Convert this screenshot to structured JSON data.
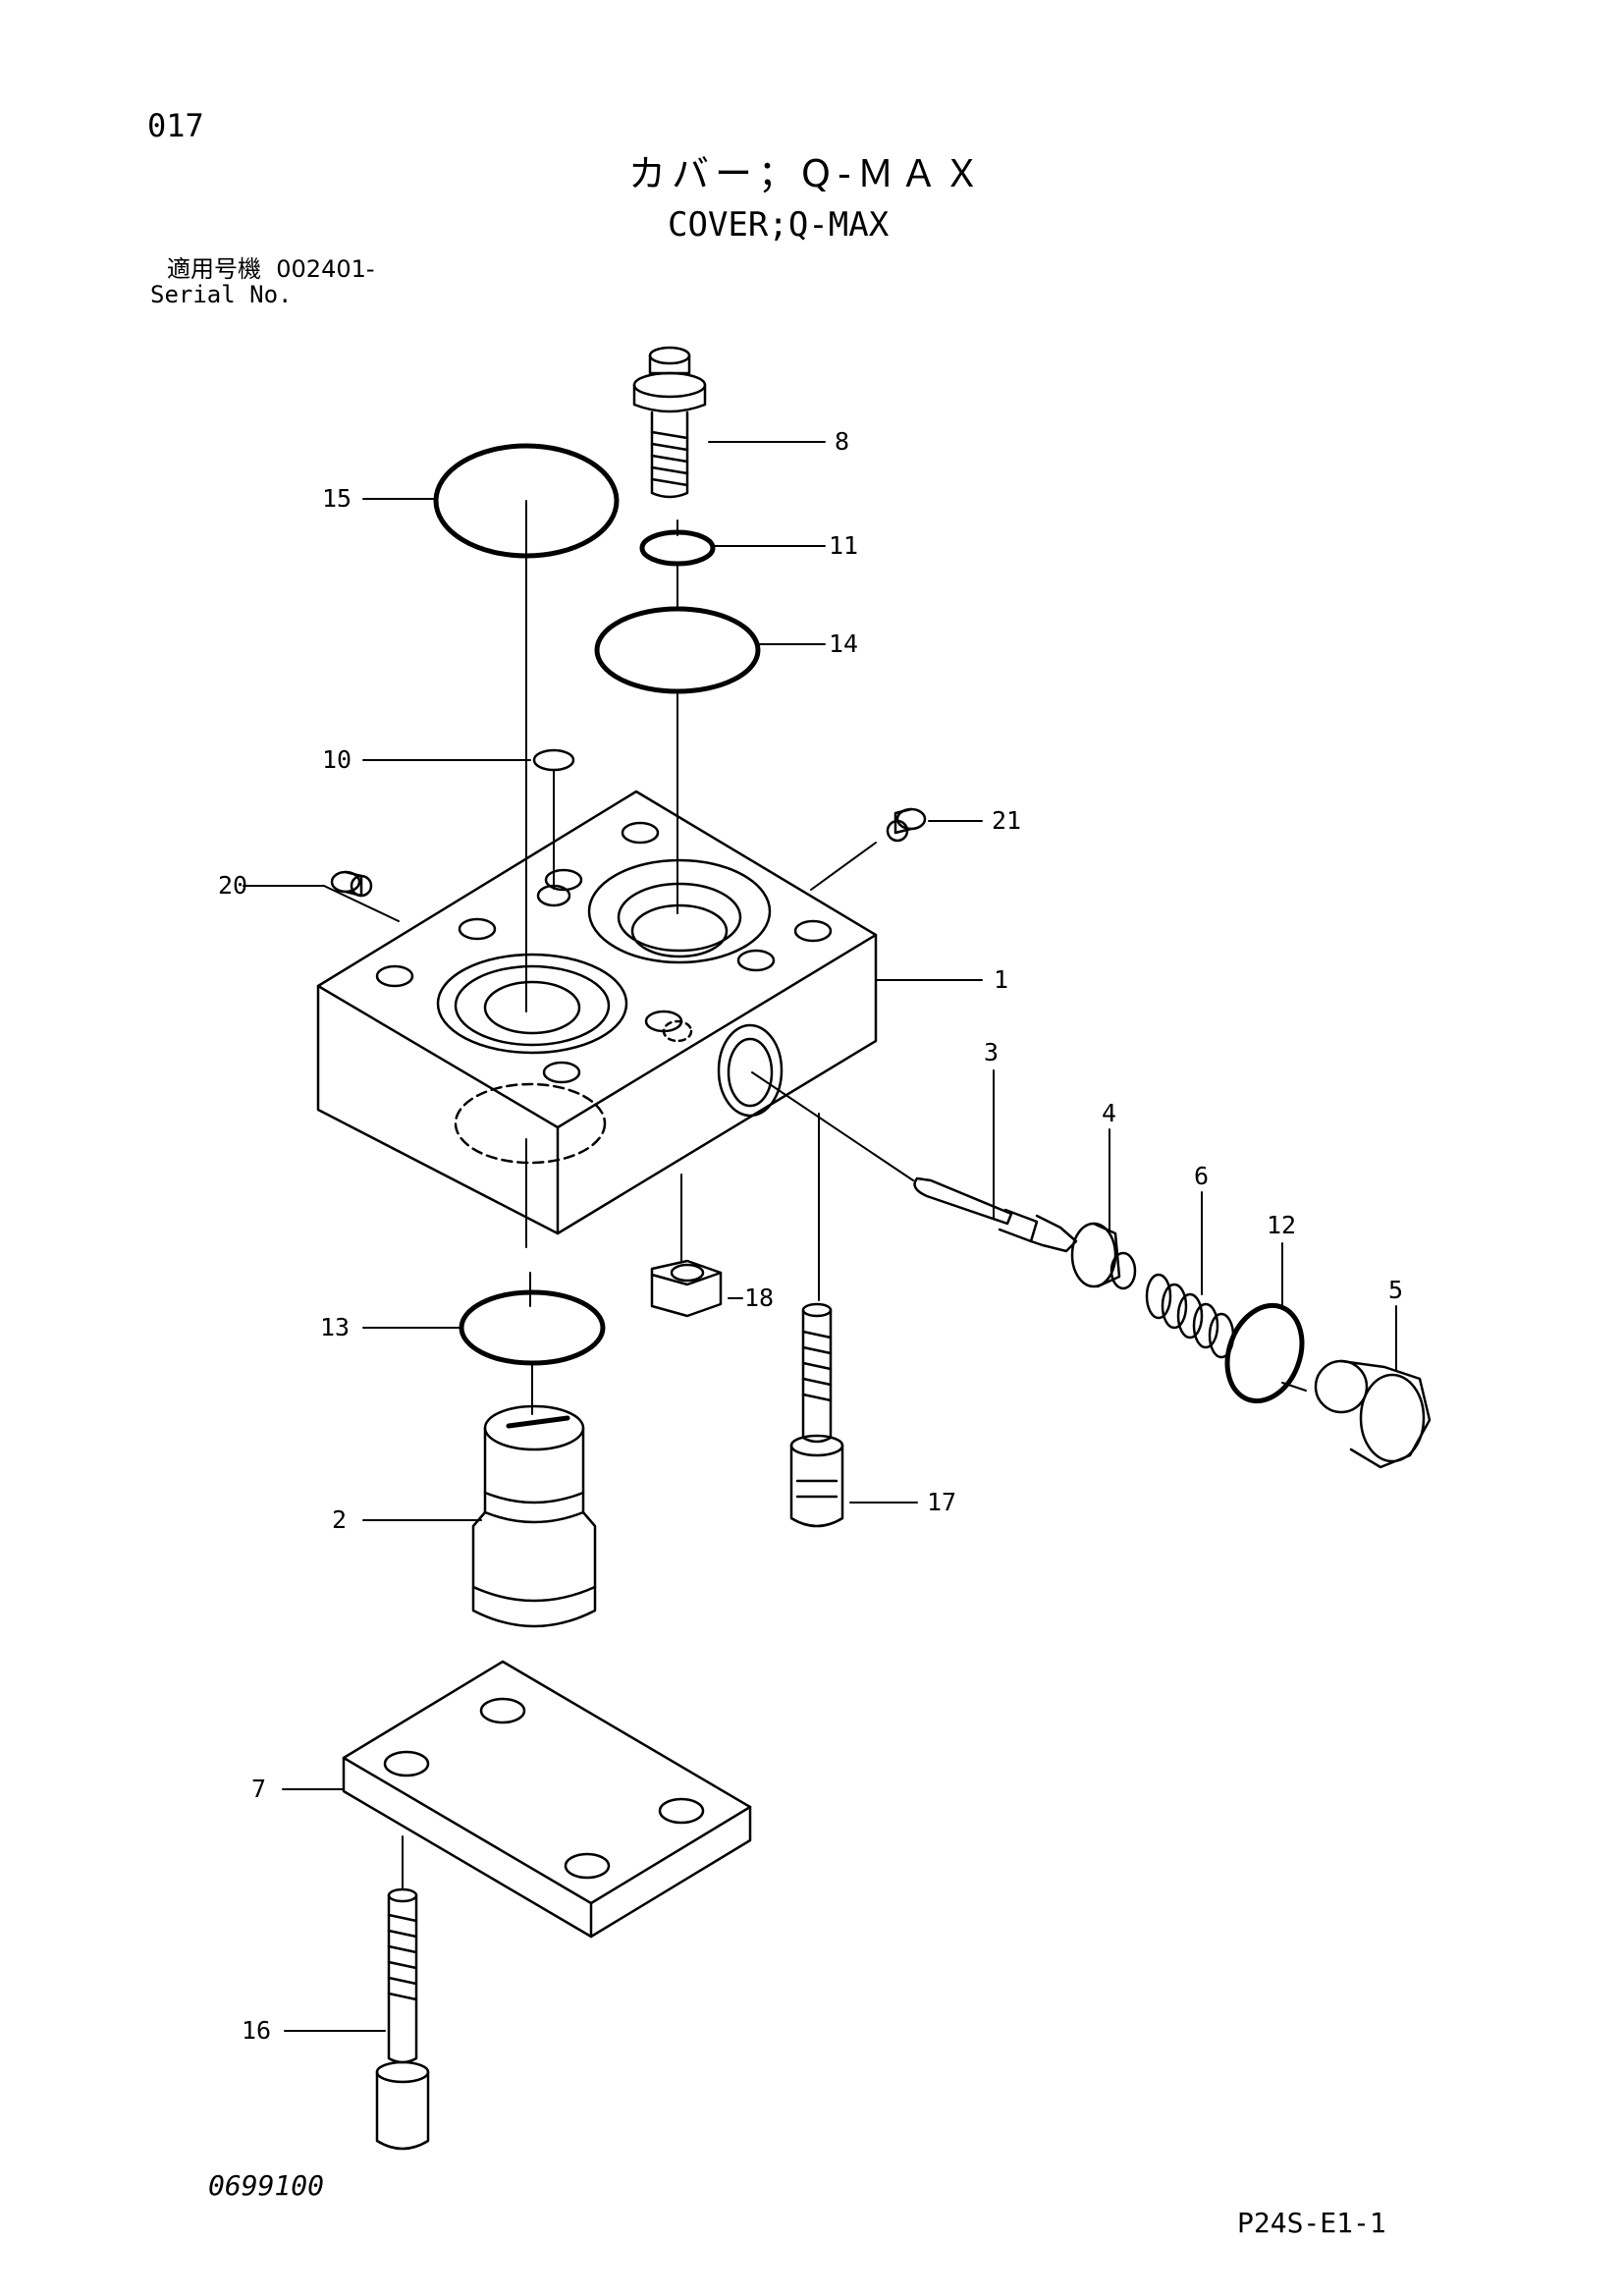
{
  "header": {
    "page_number": "017",
    "title_ja": "カバー；Q-ＭＡＸ",
    "title_en": "COVER;Q-MAX",
    "serial_label_ja": "適用号機",
    "serial_value": "002401-",
    "serial_label_en": "Serial No."
  },
  "callouts": {
    "c1": "1",
    "c2": "2",
    "c3": "3",
    "c4": "4",
    "c5": "5",
    "c6": "6",
    "c7": "7",
    "c8": "8",
    "c10": "10",
    "c11": "11",
    "c12": "12",
    "c13": "13",
    "c14": "14",
    "c15": "15",
    "c16": "16",
    "c17": "17",
    "c18": "18",
    "c20": "20",
    "c21": "21"
  },
  "footer": {
    "drawing_number": "0699100",
    "page_code": "P24S-E1-1"
  }
}
